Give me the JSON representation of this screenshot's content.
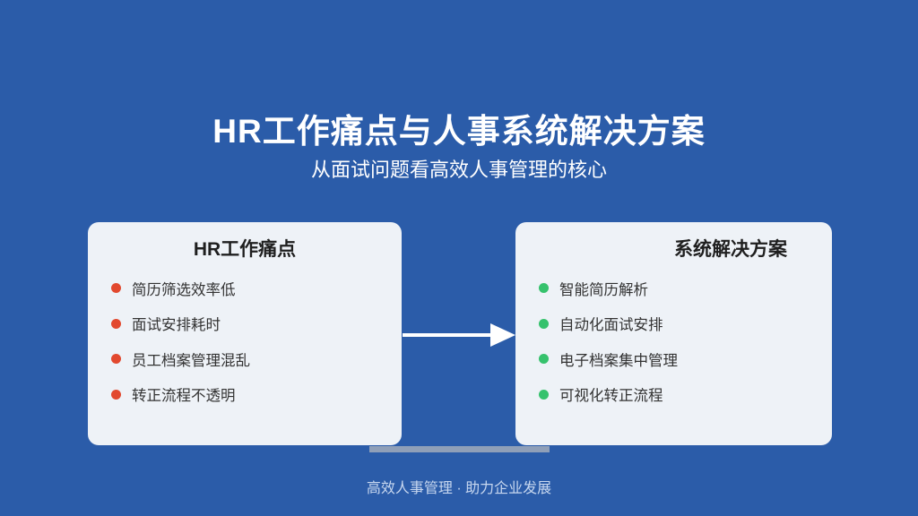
{
  "header": {
    "title": "HR工作痛点与人事系统解决方案",
    "subtitle": "从面试问题看高效人事管理的核心"
  },
  "pain_card": {
    "title": "HR工作痛点",
    "items": [
      "简历筛选效率低",
      "面试安排耗时",
      "员工档案管理混乱",
      "转正流程不透明"
    ]
  },
  "solution_card": {
    "title": "系统解决方案",
    "items": [
      "智能简历解析",
      "自动化面试安排",
      "电子档案集中管理",
      "可视化转正流程"
    ]
  },
  "footer": {
    "text": "高效人事管理 · 助力企业发展"
  },
  "colors": {
    "background": "#2b5ca9",
    "card_background": "#eef2f7",
    "pain_dot": "#e2492f",
    "solution_dot": "#36c26d",
    "arrow": "#ffffff",
    "divider_bar": "#8f9fb8",
    "footer_text": "#c7d7ef",
    "title_text": "#ffffff",
    "card_title_text": "#1f1f1f",
    "bullet_text": "#333333"
  }
}
